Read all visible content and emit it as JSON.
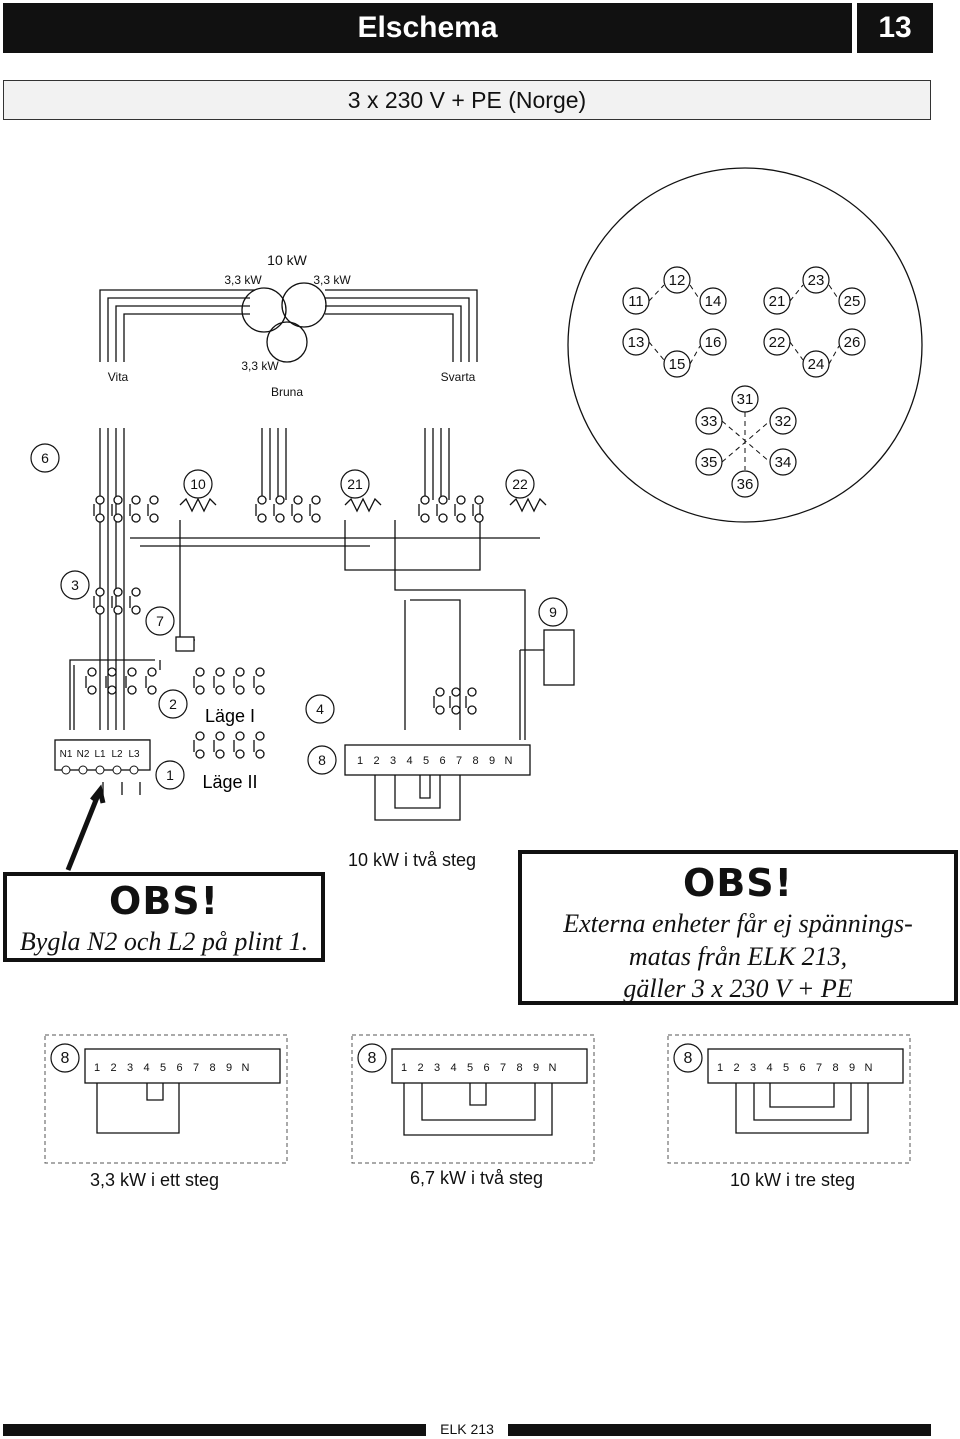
{
  "header": {
    "title": "Elschema",
    "page_number": "13"
  },
  "subtitle": "3 x 230 V + PE (Norge)",
  "heater": {
    "total": "10 kW",
    "segment_left": "3,3 kW",
    "segment_right": "3,3 kW",
    "segment_bottom": "3,3 kW",
    "wire_left": "Vita",
    "wire_right": "Svarta",
    "wire_bottom": "Bruna"
  },
  "circle_numbers": [
    "11",
    "12",
    "13",
    "14",
    "15",
    "16",
    "21",
    "22",
    "23",
    "24",
    "25",
    "26",
    "31",
    "32",
    "33",
    "34",
    "35",
    "36"
  ],
  "component_numbers": {
    "c6": "6",
    "c10": "10",
    "c21": "21",
    "c22": "22",
    "c3": "3",
    "c7": "7",
    "c9": "9",
    "c2": "2",
    "c4": "4",
    "c1": "1",
    "c8": "8"
  },
  "labels": {
    "lage1": "Läge I",
    "lage2": "Läge II"
  },
  "main_terminal": [
    "N1",
    "N2",
    "L1",
    "L2",
    "L3"
  ],
  "strip_terminals": [
    "1",
    "2",
    "3",
    "4",
    "5",
    "6",
    "7",
    "8",
    "9",
    "N"
  ],
  "strip_caption_main": "10 kW i två steg",
  "obs_left": {
    "heading": "OBS!",
    "text": "Bygla N2 och L2 på plint 1."
  },
  "obs_right": {
    "heading": "OBS!",
    "line1": "Externa enheter får ej spännings-",
    "line2": "matas från ELK 213,",
    "line3": "gäller 3 x 230 V + PE"
  },
  "variants": [
    {
      "number": "8",
      "caption": "3,3 kW i ett steg"
    },
    {
      "number": "8",
      "caption": "6,7 kW i två steg"
    },
    {
      "number": "8",
      "caption": "10 kW i tre steg"
    }
  ],
  "footer": "ELK 213"
}
